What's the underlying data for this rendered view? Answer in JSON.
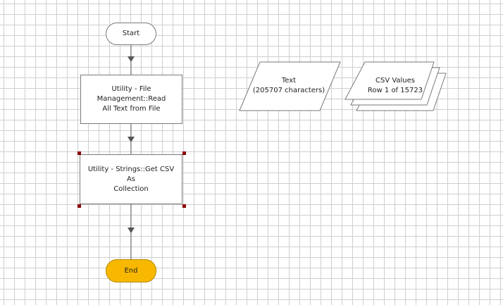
{
  "flowchart": {
    "start_label": "Start",
    "stage_read": {
      "line1": "Utility - File Management::Read",
      "line2": "All Text from File"
    },
    "stage_csv": {
      "line1": "Utility - Strings::Get CSV As",
      "line2": "Collection"
    },
    "end_label": "End"
  },
  "data_items": {
    "text_item": {
      "name": "Text",
      "value": "(205707 characters)"
    },
    "csv_collection": {
      "name": "CSV Values",
      "value": "Row 1 of 15723"
    }
  },
  "colors": {
    "end_fill": "#f8b800",
    "grid_line": "#cfcfcf",
    "selection_handle": "#8b0000",
    "connector": "#555555"
  }
}
